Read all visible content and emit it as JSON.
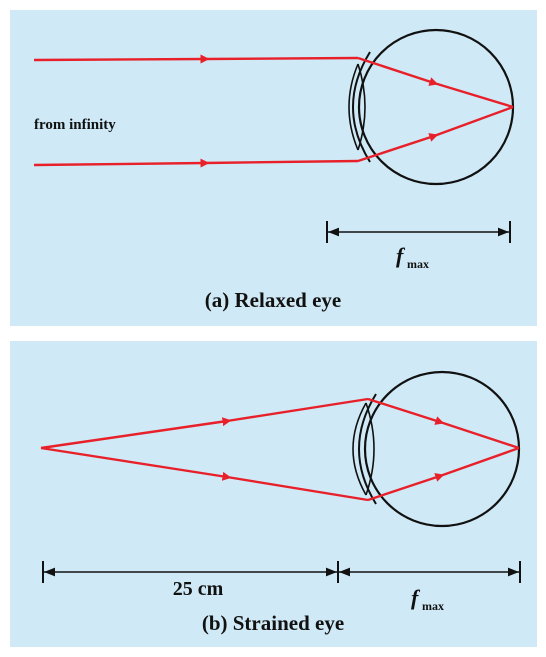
{
  "panel_a": {
    "label_from_infinity": "from infinity",
    "f_symbol": "f",
    "f_subscript": "max",
    "caption": "(a) Relaxed eye"
  },
  "panel_b": {
    "distance_label": "25 cm",
    "f_symbol": "f",
    "f_subscript": "max",
    "caption": "(b) Strained eye"
  },
  "colors": {
    "background": "#cfeaf6",
    "ray": "#e8202a",
    "outline": "#111111"
  }
}
